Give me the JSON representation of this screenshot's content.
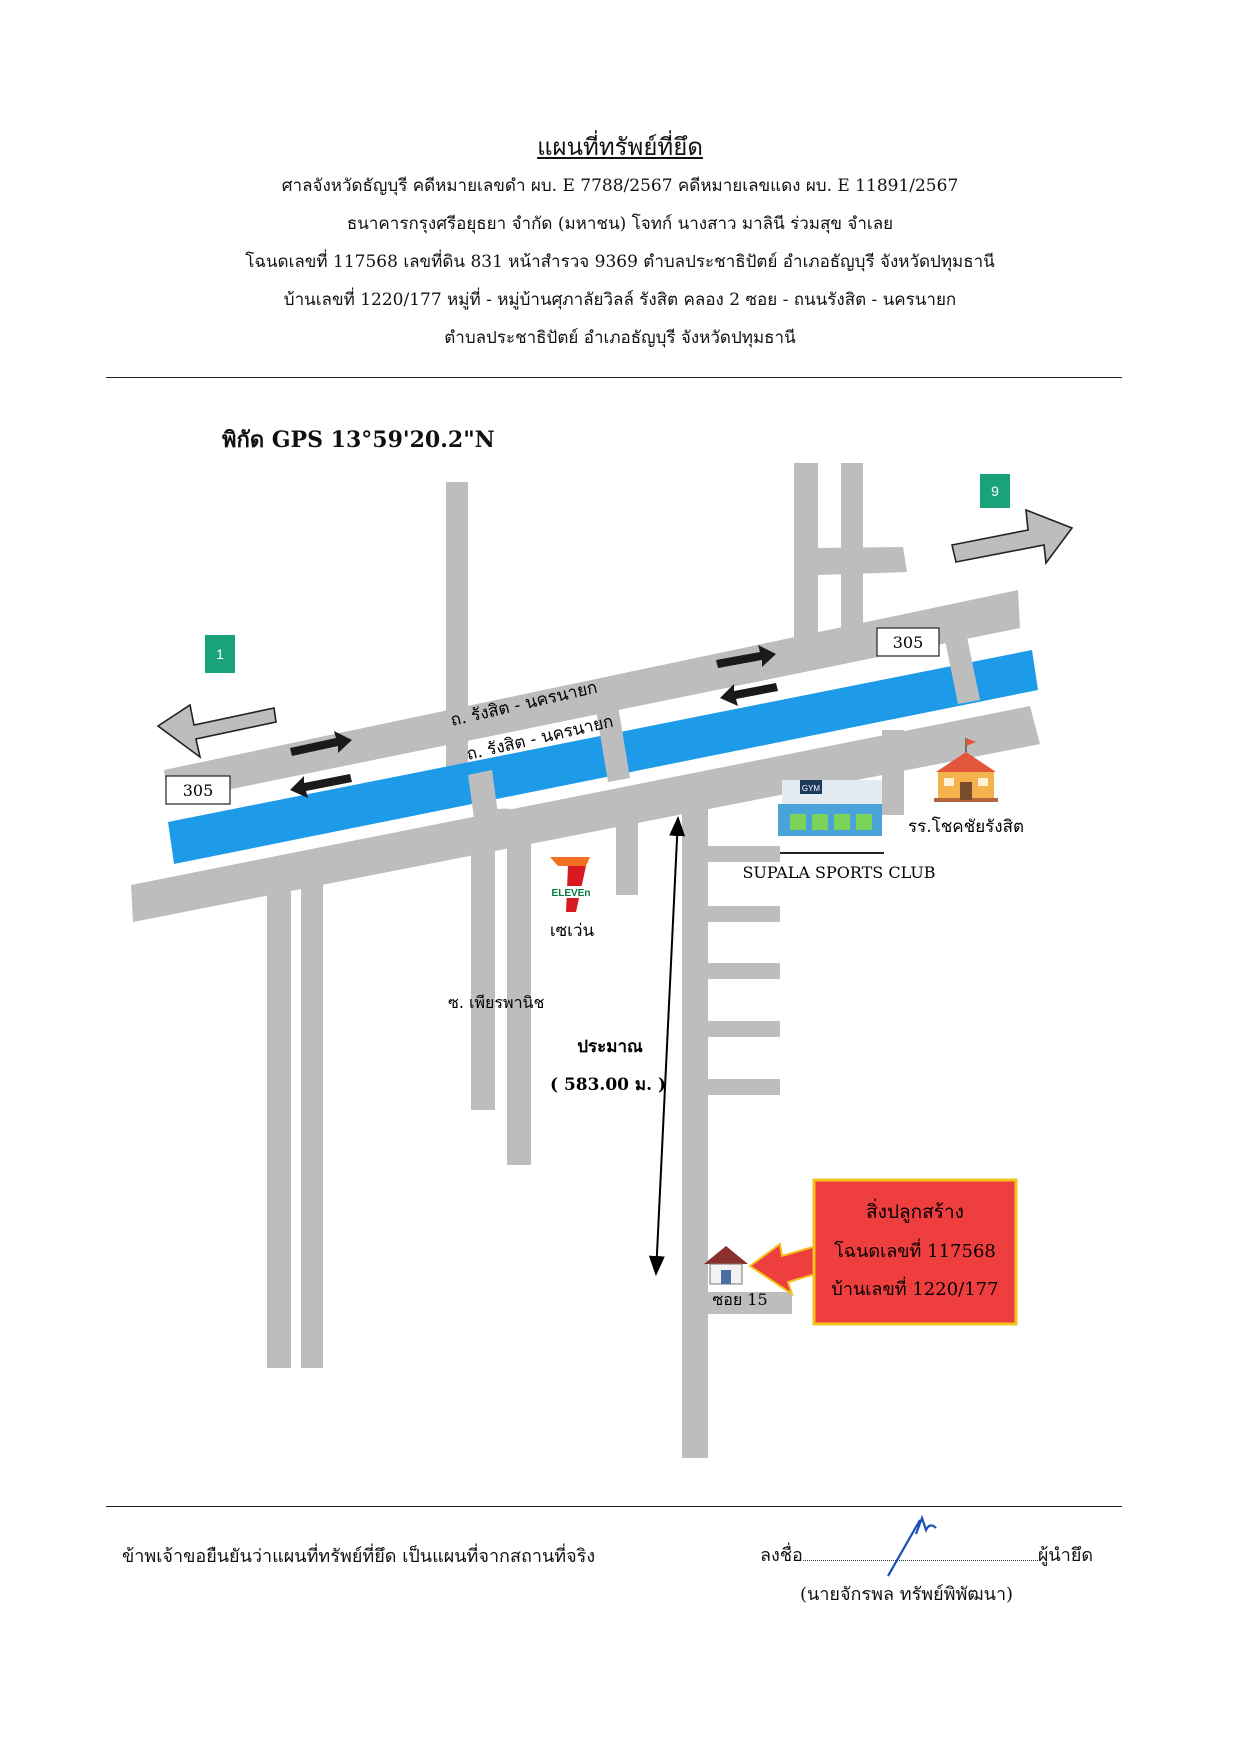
{
  "header": {
    "title": "แผนที่ทรัพย์ที่ยึด",
    "line1": "ศาลจังหวัดธัญบุรี คดีหมายเลขดำ ผบ. E 7788/2567  คดีหมายเลขแดง ผบ. E 11891/2567",
    "line2": "ธนาคารกรุงศรีอยุธยา จำกัด (มหาชน) โจทก์  นางสาว มาลินี  ร่วมสุข จำเลย",
    "line3": "โฉนดเลขที่ 117568  เลขที่ดิน 831 หน้าสำรวจ 9369  ตำบลประชาธิปัตย์  อำเภอธัญบุรี  จังหวัดปทุมธานี",
    "line4": "บ้านเลขที่  1220/177   หมู่ที่ -   หมู่บ้านศุภาลัยวิลล์ รังสิต คลอง 2   ซอย -   ถนนรังสิต - นครนายก",
    "line5": "ตำบลประชาธิปัตย์  อำเภอธัญบุรี  จังหวัดปทุมธานี"
  },
  "map": {
    "gps": "พิกัด GPS 13°59'20.2\"N",
    "road_name_upper": "ถ. รังสิต - นครนายก",
    "road_name_lower": "ถ. รังสิต - นครนายก",
    "route_left": "305",
    "route_right": "305",
    "sign_left": "1",
    "sign_right": "9",
    "seven_eleven_logo": "ELEVEn",
    "seven_eleven_label": "เซเว่น",
    "gym_label": "SUPALA SPORTS CLUB",
    "gym_sign": "GYM",
    "school_label": "รร.โชคชัยรังสิต",
    "soi_label": "ซ. เพียรพานิช",
    "distance_label": "ประมาณ",
    "distance_value": "( 583.00 ม. )",
    "soi15_label": "ซอย 15",
    "target_line1": "สิ่งปลูกสร้าง",
    "target_line2": "โฉนดเลขที่ 117568",
    "target_line3": "บ้านเลขที่  1220/177",
    "colors": {
      "road": "#bdbdbd",
      "canal": "#1e9be8",
      "target_box": "#ee3e3e",
      "target_border": "#f3c21b",
      "sign_green": "#1aa37a"
    }
  },
  "footer": {
    "statement": "ข้าพเจ้าขอยืนยันว่าแผนที่ทรัพย์ที่ยึด เป็นแผนที่จากสถานที่จริง",
    "sign_prefix": "ลงชื่อ",
    "sign_suffix": "ผู้นำยึด",
    "signer_name": "(นายจักรพล   ทรัพย์พิพัฒนา)"
  }
}
